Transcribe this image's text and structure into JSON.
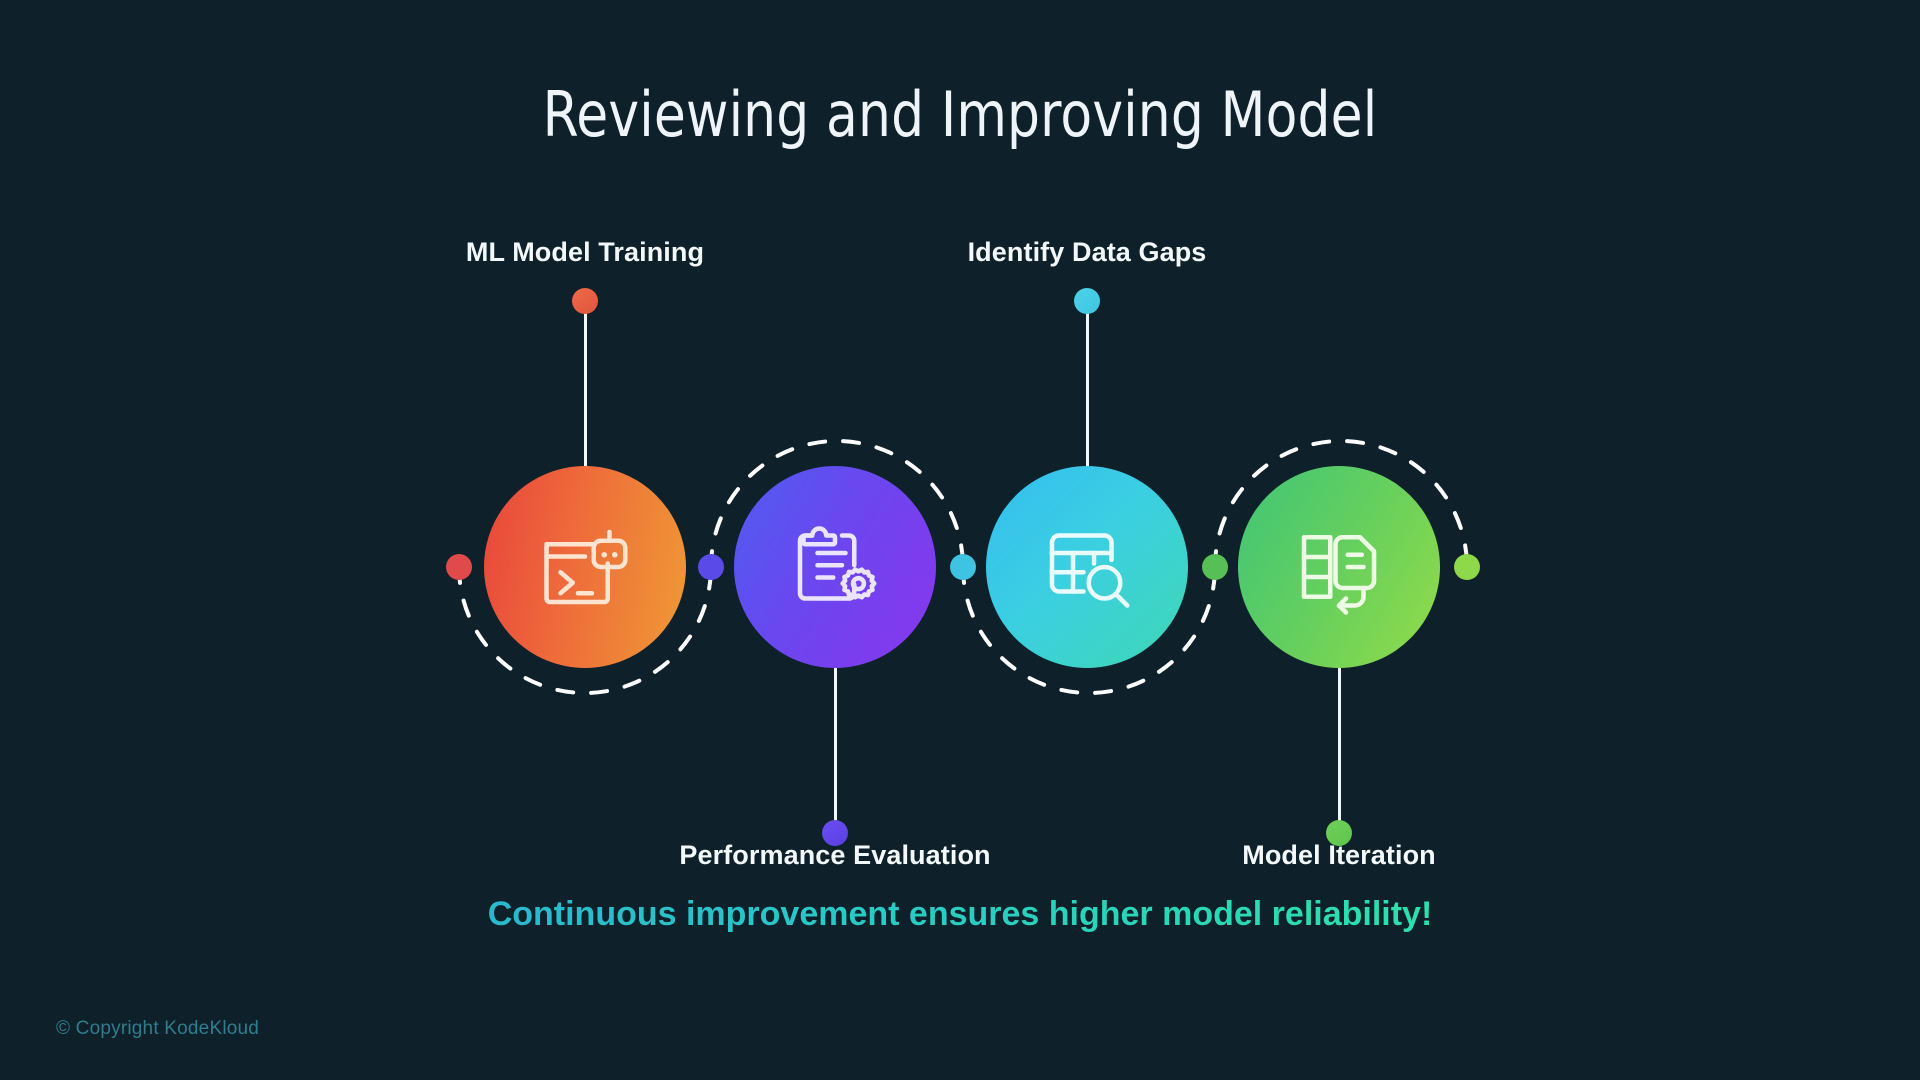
{
  "slide": {
    "title": "Reviewing and Improving Model",
    "background_color": "#0e2029",
    "tagline": "Continuous improvement ensures higher model reliability!",
    "copyright": "© Copyright KodeKloud"
  },
  "steps": [
    {
      "label": "ML Model Training",
      "icon": "terminal-robot-icon",
      "label_position": "top",
      "color_start": "#e8453c",
      "color_end": "#ef9a35",
      "dot_color": "#ef6a45"
    },
    {
      "label": "Performance Evaluation",
      "icon": "clipboard-gear-icon",
      "label_position": "bottom",
      "color_start": "#4f5cf0",
      "color_end": "#8a36ee",
      "dot_color": "#6a4ef0"
    },
    {
      "label": "Identify Data Gaps",
      "icon": "table-search-icon",
      "label_position": "top",
      "color_start": "#34bdf0",
      "color_end": "#3ed8b4",
      "dot_color": "#4ed2ea"
    },
    {
      "label": "Model Iteration",
      "icon": "document-loop-arrow-icon",
      "label_position": "bottom",
      "color_start": "#3fc578",
      "color_end": "#95dc47",
      "dot_color": "#6fd159"
    }
  ],
  "connector_dots": [
    {
      "name": "connector-dot-start",
      "color": "#e04a4a"
    },
    {
      "name": "connector-dot-1-2",
      "color": "#5a4ae8"
    },
    {
      "name": "connector-dot-2-3",
      "color": "#3ec3e0"
    },
    {
      "name": "connector-dot-3-4",
      "color": "#56bf56"
    },
    {
      "name": "connector-dot-end",
      "color": "#8ed94a"
    }
  ],
  "wave": {
    "stroke": "#ffffff",
    "dash": "16 18",
    "width": 4
  }
}
